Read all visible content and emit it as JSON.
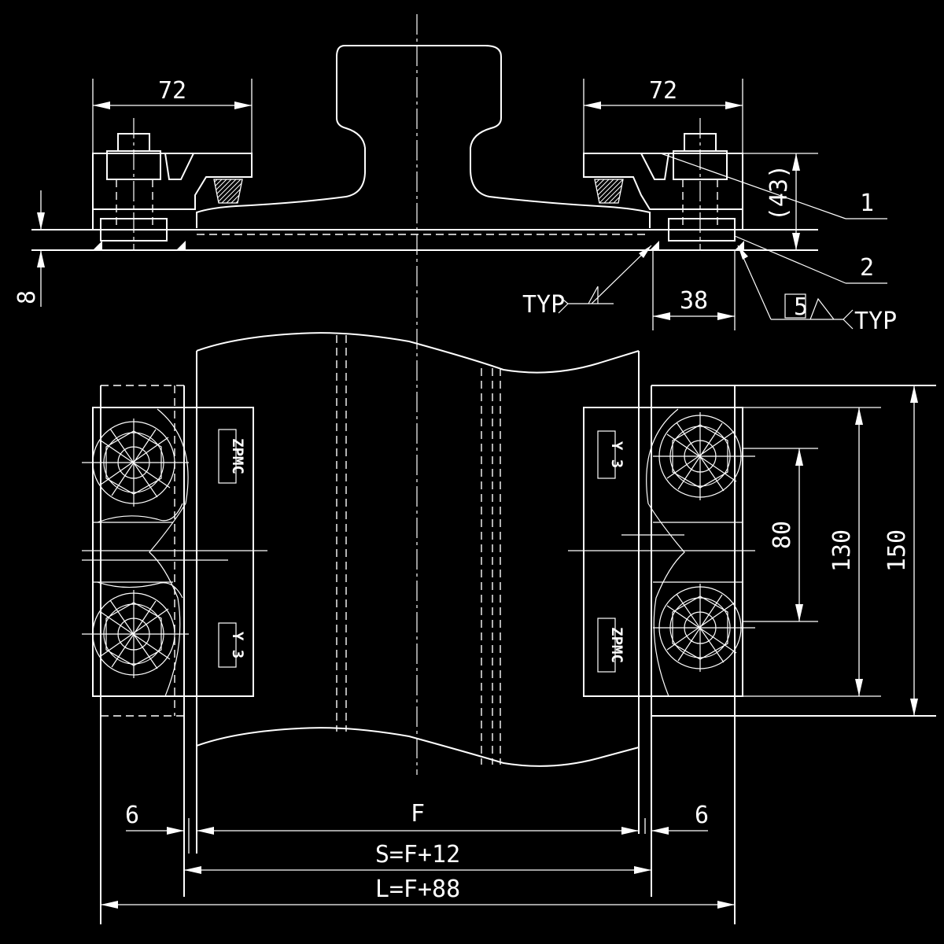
{
  "drawing": {
    "dimensions": {
      "top_left_width": "72",
      "top_right_width": "72",
      "height_43": "(43)",
      "plate_thickness": "8",
      "bolt_offset": "38",
      "weld_size": "5",
      "bolt_spacing": "80",
      "clip_length": "130",
      "plate_width": "150",
      "gap_left": "6",
      "gap_right": "6",
      "rail_gauge": "F",
      "span_s": "S=F+12",
      "span_l": "L=F+88"
    },
    "annotations": {
      "part_1": "1",
      "part_2": "2",
      "weld_typ_left": "TYP",
      "weld_typ_right": "TYP"
    },
    "markings": {
      "left_upper": "ZPMC",
      "left_lower": "Y 3",
      "right_upper": "Y 3",
      "right_lower": "ZPMC"
    }
  }
}
